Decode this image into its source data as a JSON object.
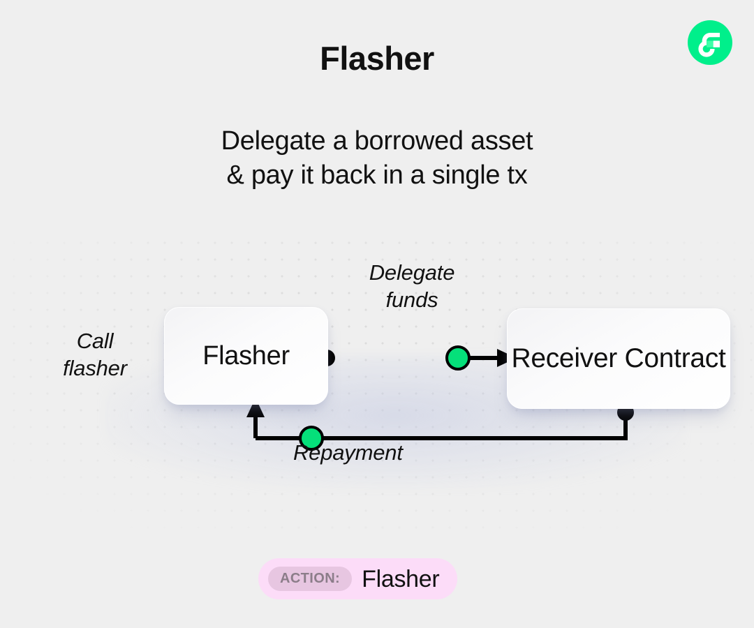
{
  "header": {
    "title": "Flasher",
    "subtitle_lines": [
      "Delegate a borrowed asset",
      "& pay it back in a single tx"
    ],
    "logo": {
      "name": "flow-logo-icon",
      "circle_color": "#00ef8b",
      "mark_color": "#ffffff",
      "accent_color": "#3dffa8"
    }
  },
  "diagram": {
    "nodes": [
      {
        "id": "flasher",
        "label": "Flasher"
      },
      {
        "id": "receiver",
        "label_lines": [
          "Receiver",
          "Contract"
        ]
      }
    ],
    "labels": {
      "call_flasher": [
        "Call",
        "flasher"
      ],
      "delegate_funds": [
        "Delegate",
        "funds"
      ],
      "repayment": [
        "Repayment"
      ]
    },
    "edges": [
      {
        "id": "delegate-funds-edge",
        "from": "flasher",
        "to": "receiver",
        "label": "Delegate funds",
        "direction": "right",
        "source_dot": "black",
        "mid_node": "green",
        "arrowhead": true
      },
      {
        "id": "repayment-edge",
        "from": "receiver",
        "to": "flasher",
        "label": "Repayment",
        "direction": "left-up",
        "source_dot": "black",
        "mid_node": "green",
        "arrowhead": true
      }
    ],
    "colors": {
      "background": "#efefef",
      "grid_dot": "#dcdcdc",
      "edge_stroke": "#000000",
      "node_accent": "#05e07a",
      "node_dot": "#000000",
      "card_surface": "#ffffff"
    }
  },
  "footer": {
    "action_badge": {
      "tag": "ACTION:",
      "value": "Flasher",
      "pill_color": "#fcdcf8",
      "tag_color": "#e7c6e1"
    }
  }
}
